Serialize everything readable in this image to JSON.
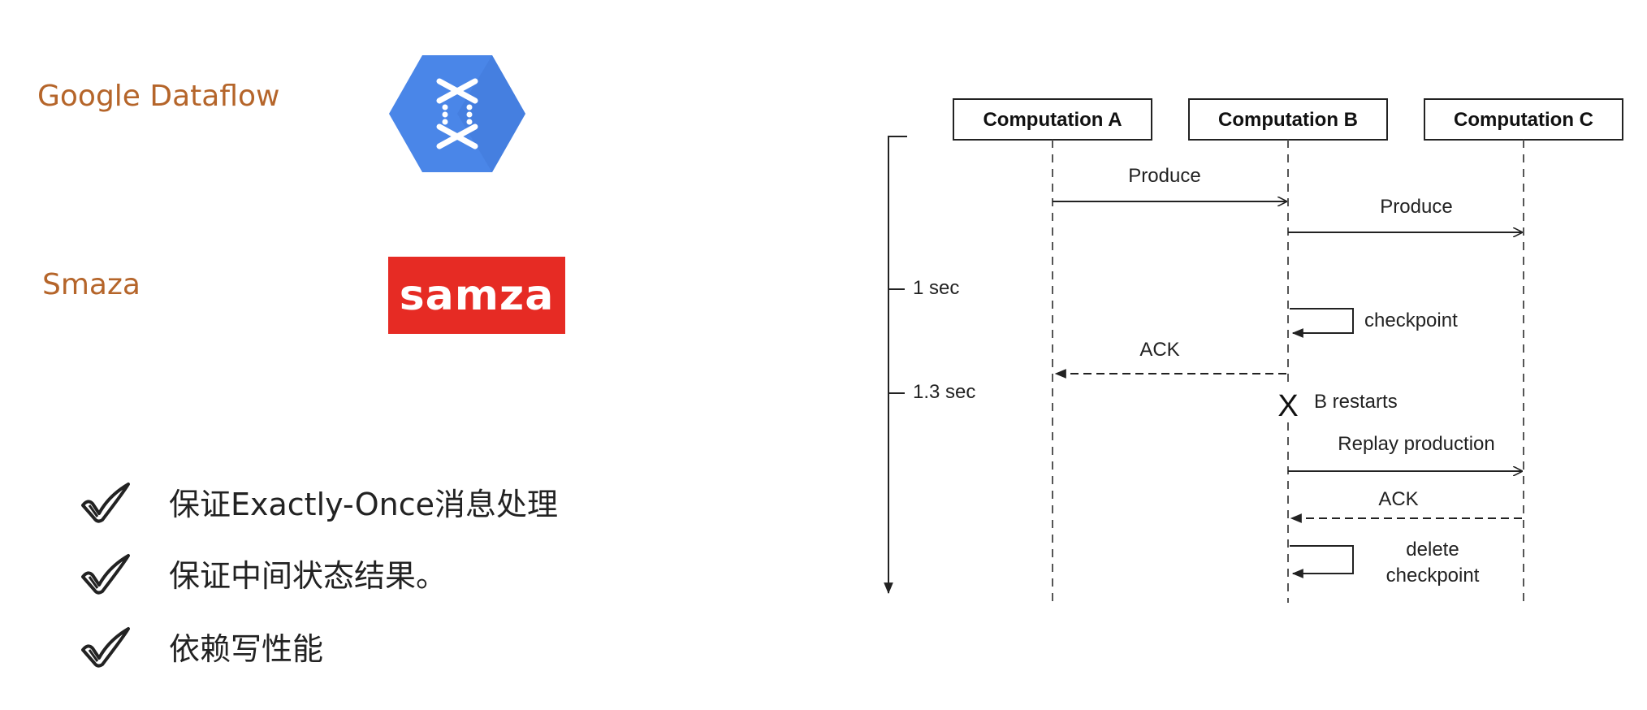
{
  "left_panel": {
    "products": [
      {
        "name": "Google Dataflow",
        "logo_icon": "google-dataflow-hexagon-icon",
        "logo_color": "#4a86e8"
      },
      {
        "name": "Smaza",
        "logo_text": "samza",
        "logo_color": "#e62b24"
      }
    ],
    "bullets": [
      {
        "text": "保证Exactly-Once消息处理",
        "icon": "check-icon"
      },
      {
        "text": "保证中间状态结果。",
        "icon": "check-icon"
      },
      {
        "text": "依赖写性能",
        "icon": "check-icon"
      }
    ]
  },
  "sequence_diagram": {
    "participants": [
      "Computation A",
      "Computation B",
      "Computation C"
    ],
    "timeline_marks": [
      "1 sec",
      "1.3 sec"
    ],
    "messages": [
      {
        "label": "Produce",
        "from": "Computation A",
        "to": "Computation B",
        "style": "solid"
      },
      {
        "label": "Produce",
        "from": "Computation B",
        "to": "Computation C",
        "style": "solid"
      },
      {
        "label": "checkpoint",
        "from": "Computation B",
        "to": "Computation B",
        "style": "self"
      },
      {
        "label": "ACK",
        "from": "Computation B",
        "to": "Computation A",
        "style": "dashed"
      },
      {
        "label": "B restarts",
        "at": "Computation B",
        "style": "crash"
      },
      {
        "label": "Replay production",
        "from": "Computation B",
        "to": "Computation C",
        "style": "solid"
      },
      {
        "label": "ACK",
        "from": "Computation C",
        "to": "Computation B",
        "style": "dashed"
      },
      {
        "label_lines": [
          "delete",
          "checkpoint"
        ],
        "from": "Computation B",
        "to": "Computation B",
        "style": "self"
      }
    ],
    "crash_symbol": "X"
  }
}
